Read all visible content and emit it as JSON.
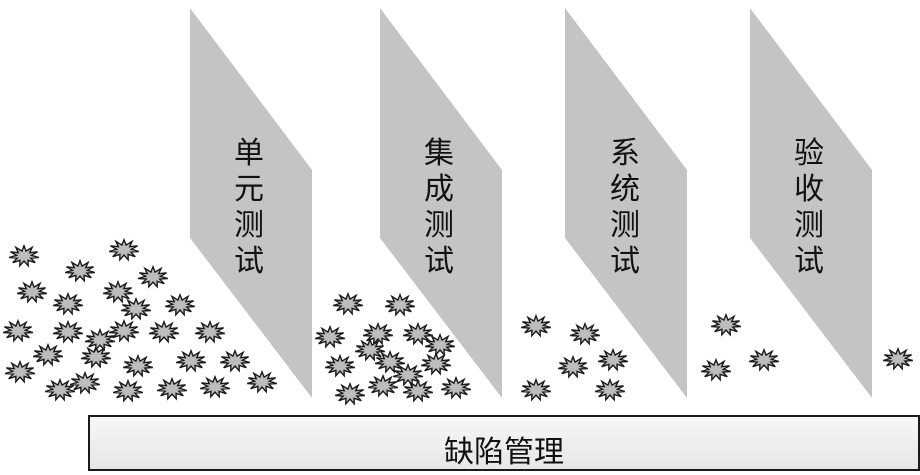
{
  "stages": [
    {
      "name": "单元测试",
      "defects": 27
    },
    {
      "name": "集成测试",
      "defects": 15
    },
    {
      "name": "系统测试",
      "defects": 6
    },
    {
      "name": "验收测试",
      "defects": 3
    }
  ],
  "trailing_defects": 1,
  "bottom_bar": {
    "label": "缺陷管理"
  },
  "colors": {
    "panel": "#c4c4c4",
    "defect_fill": "#bdbdbd",
    "defect_stroke": "#1a1a1a",
    "bar_border": "#1a1a1a"
  }
}
